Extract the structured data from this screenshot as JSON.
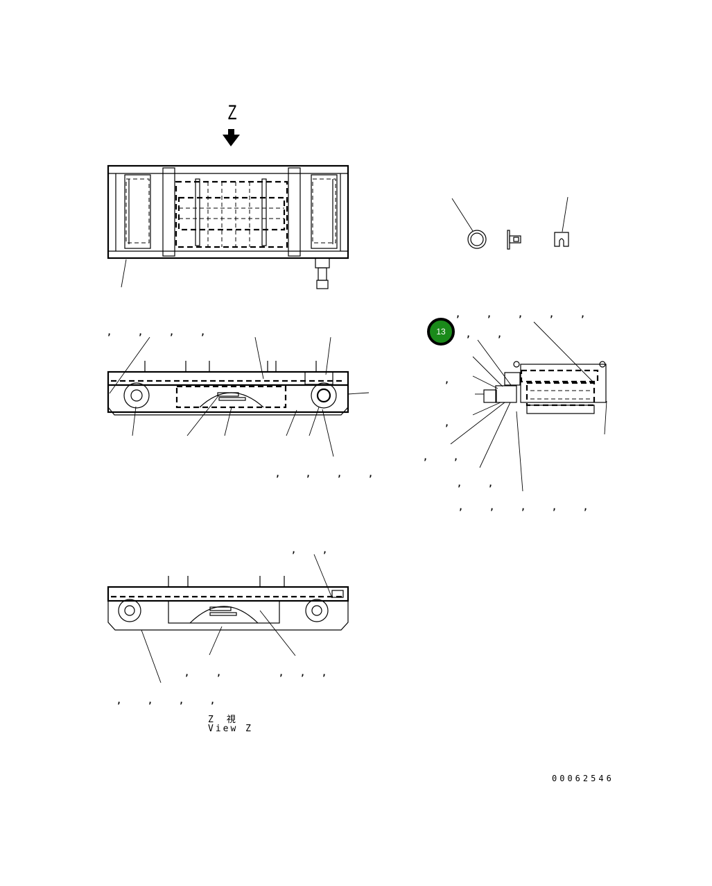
{
  "diagram": {
    "view_arrow_label": "Z",
    "view_caption_jp": "Z　視",
    "view_caption_en": "View Z",
    "drawing_number": "00062546",
    "callout_badge": {
      "label": "13",
      "color": "#1a8a1a"
    },
    "views": [
      {
        "name": "top-view",
        "description": "Plan view of frame assembly with rollers"
      },
      {
        "name": "side-view",
        "description": "Side elevation of frame with wheels"
      },
      {
        "name": "view-z",
        "description": "Side elevation viewed from direction Z"
      },
      {
        "name": "end-view",
        "description": "End view with roller and motor"
      },
      {
        "name": "detail-parts",
        "description": "Washer, bolt, clip detail"
      }
    ],
    "parts_detail": [
      "washer",
      "bolt",
      "clip"
    ]
  }
}
